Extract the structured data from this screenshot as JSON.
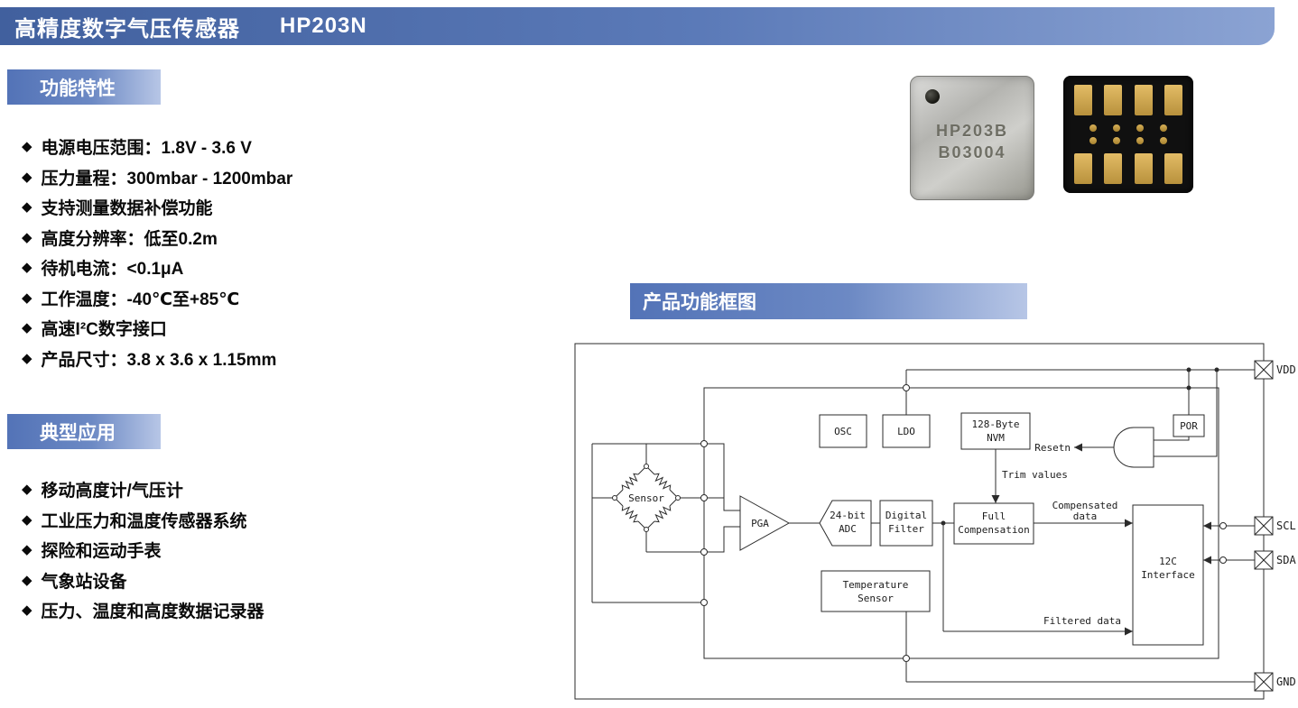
{
  "bullet": "◆",
  "colors": {
    "header_blue_dark": "#41609e",
    "header_blue_light": "#8ba3d3",
    "badge_blue": "#5373b7",
    "pad_gold": "#c9a243"
  },
  "header": {
    "title_zh": "高精度数字气压传感器",
    "title_model": "HP203N"
  },
  "features": {
    "heading": "功能特性",
    "items": [
      "电源电压范围：1.8V - 3.6 V",
      "压力量程：300mbar - 1200mbar",
      "支持测量数据补偿功能",
      "高度分辨率：低至0.2m",
      "待机电流：<0.1μA",
      "工作温度：-40℃至+85℃",
      "高速I²C数字接口",
      "产品尺寸：3.8 x 3.6 x 1.15mm"
    ]
  },
  "applications": {
    "heading": "典型应用",
    "items": [
      "移动高度计/气压计",
      "工业压力和温度传感器系统",
      "探险和运动手表",
      "气象站设备",
      "压力、温度和高度数据记录器"
    ]
  },
  "chips": {
    "top_marking_line1": "HP203B",
    "top_marking_line2": "B03004"
  },
  "diagram": {
    "heading": "产品功能框图",
    "sensor": "Sensor",
    "pga": "PGA",
    "adc_line1": "24-bit",
    "adc_line2": "ADC",
    "filter_line1": "Digital",
    "filter_line2": "Filter",
    "comp_line1": "Full",
    "comp_line2": "Compensation",
    "osc": "OSC",
    "ldo": "LDO",
    "nvm_line1": "128-Byte",
    "nvm_line2": "NVM",
    "por": "POR",
    "resetn": "Resetn",
    "trim": "Trim values",
    "compensated_line1": "Compensated",
    "compensated_line2": "data",
    "filtered": "Filtered data",
    "temp_line1": "Temperature",
    "temp_line2": "Sensor",
    "i2c_line1": "12C",
    "i2c_line2": "Interface",
    "pins": {
      "vdd": "VDD",
      "scl": "SCL",
      "sda": "SDA",
      "gnd": "GND"
    }
  }
}
